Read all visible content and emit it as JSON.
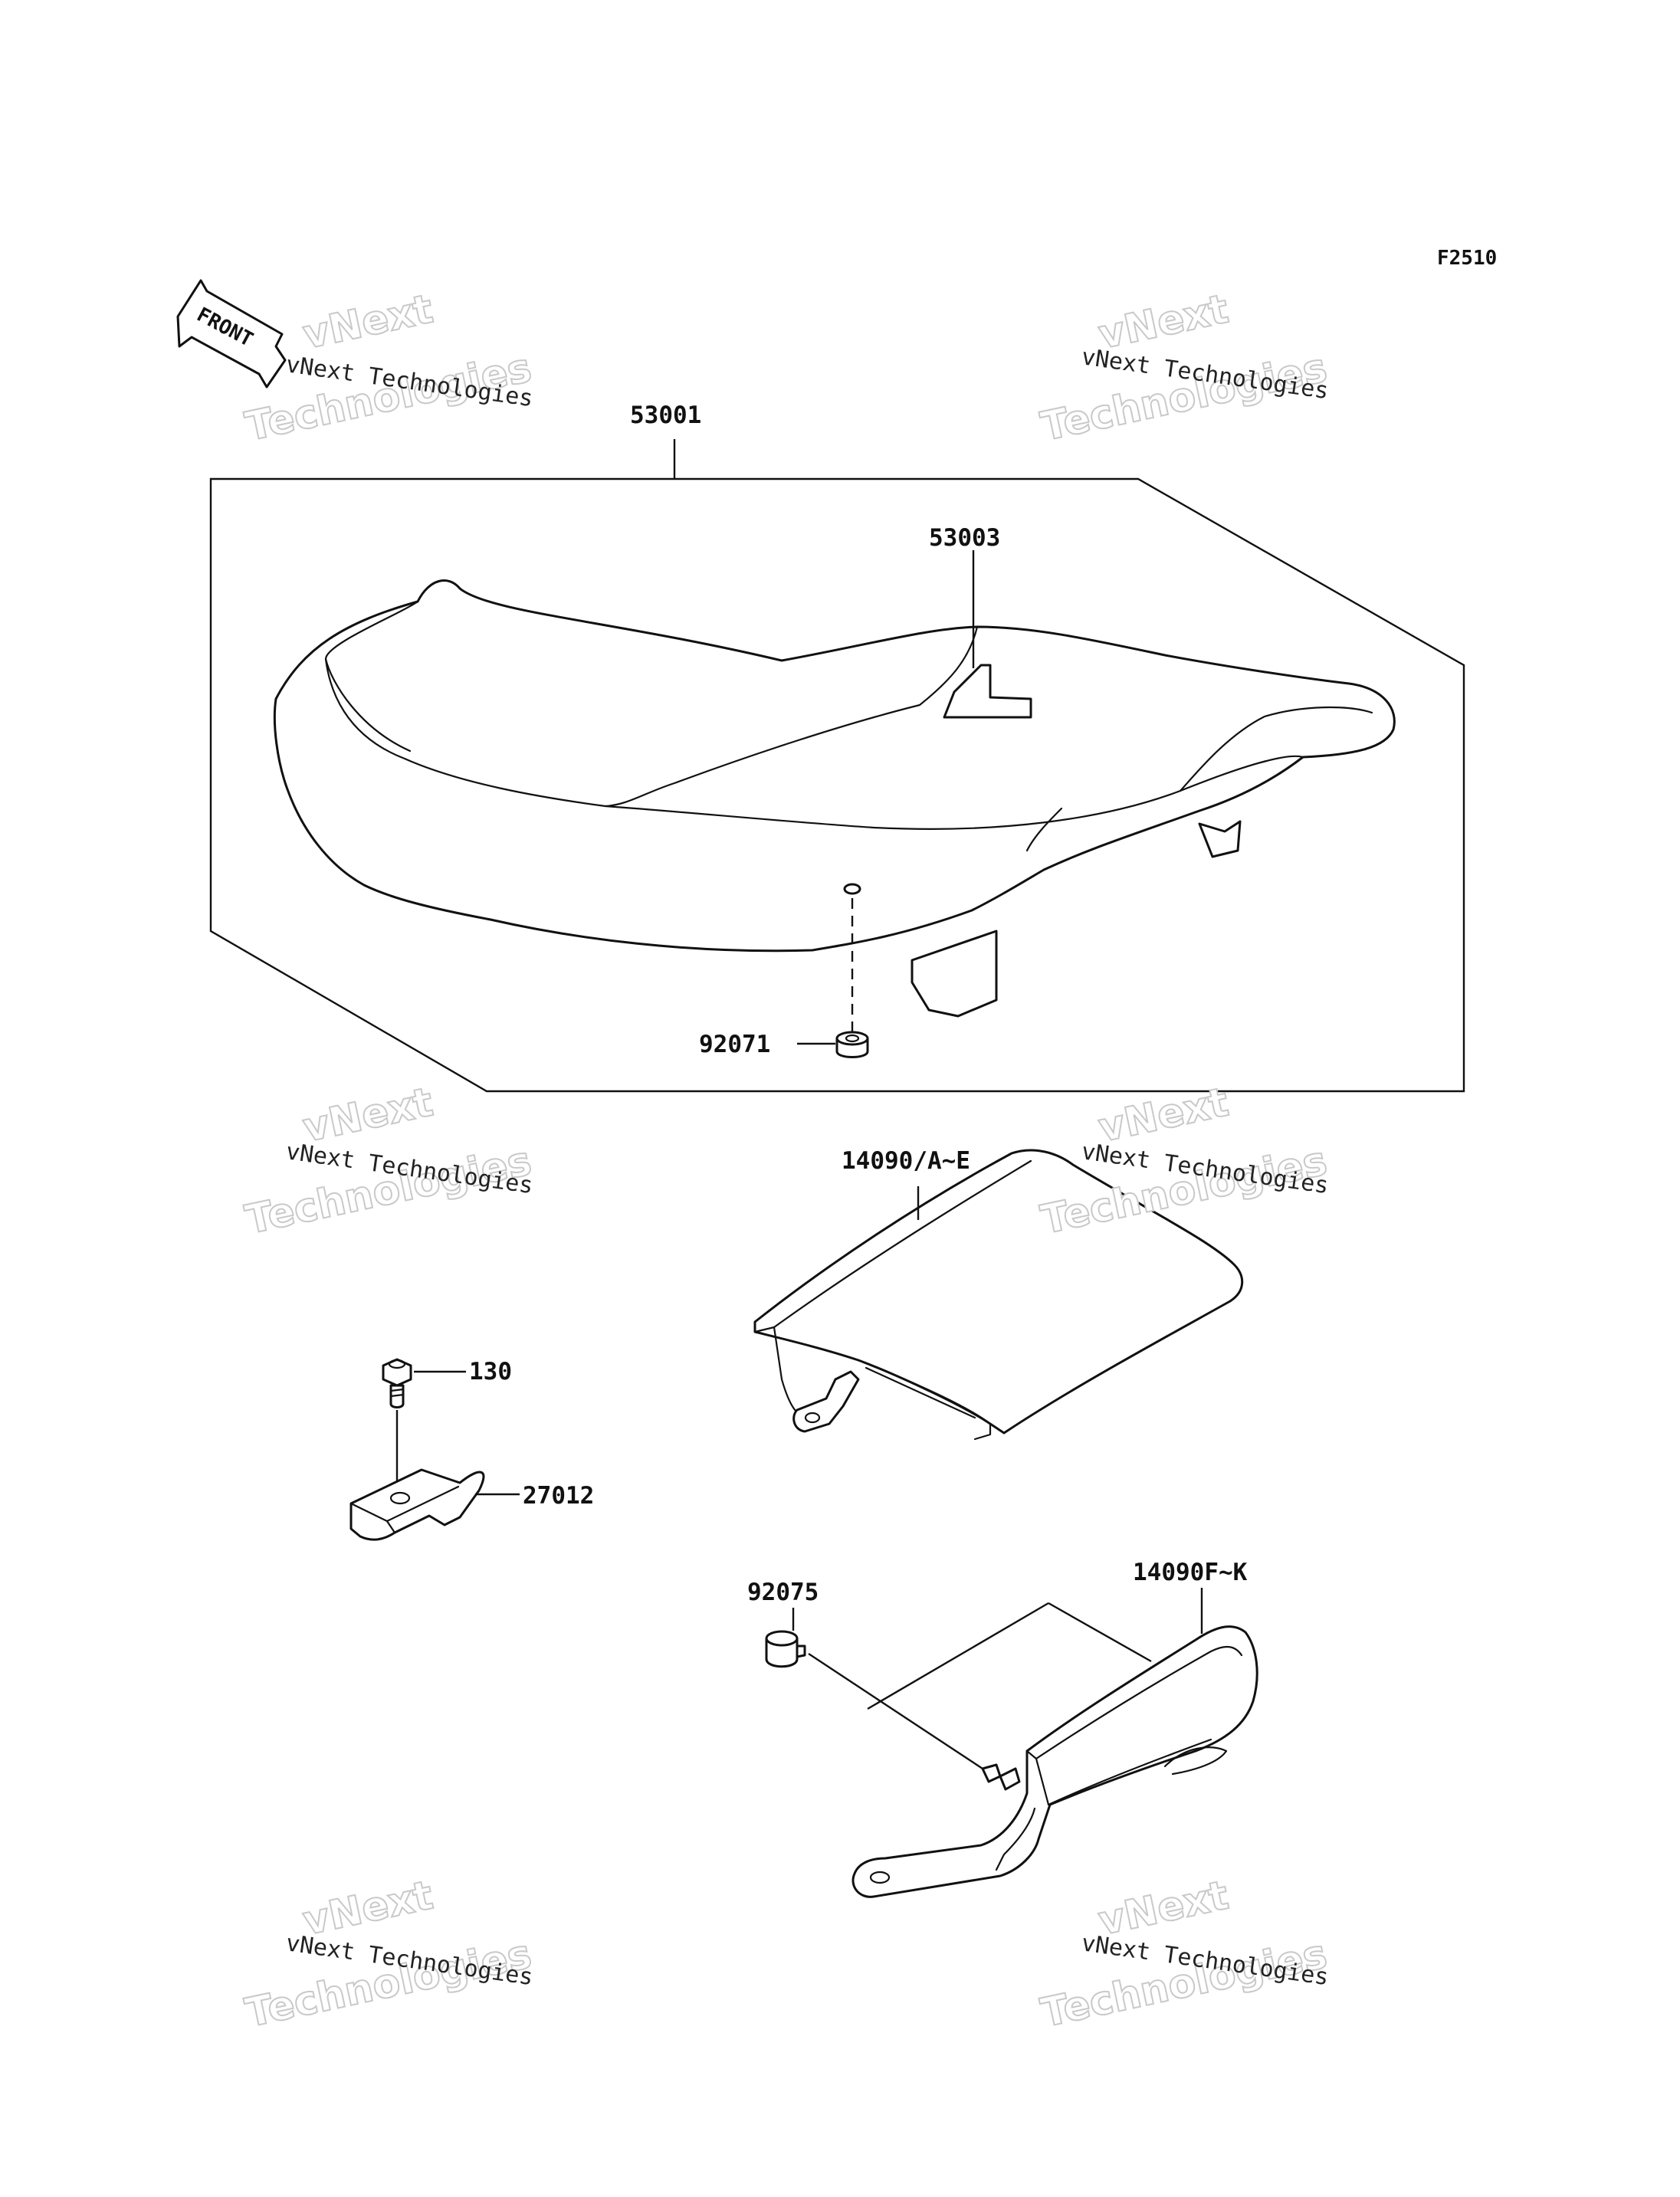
{
  "figure_code": "F2510",
  "front_label": "FRONT",
  "callouts": {
    "seat_assembly": "53001",
    "seat_strap": "53003",
    "cushion": "92071",
    "seat_cover_a_e": "14090/A~E",
    "bolt": "130",
    "bracket": "27012",
    "damper": "92075",
    "seat_cover_f_k": "14090F~K"
  },
  "watermark": {
    "company": "vNext Technologies",
    "line1": "vNext",
    "line2": "Technologies"
  },
  "colors": {
    "line": "#111111",
    "background": "#ffffff",
    "watermark_outline": "#c9c9c9"
  }
}
